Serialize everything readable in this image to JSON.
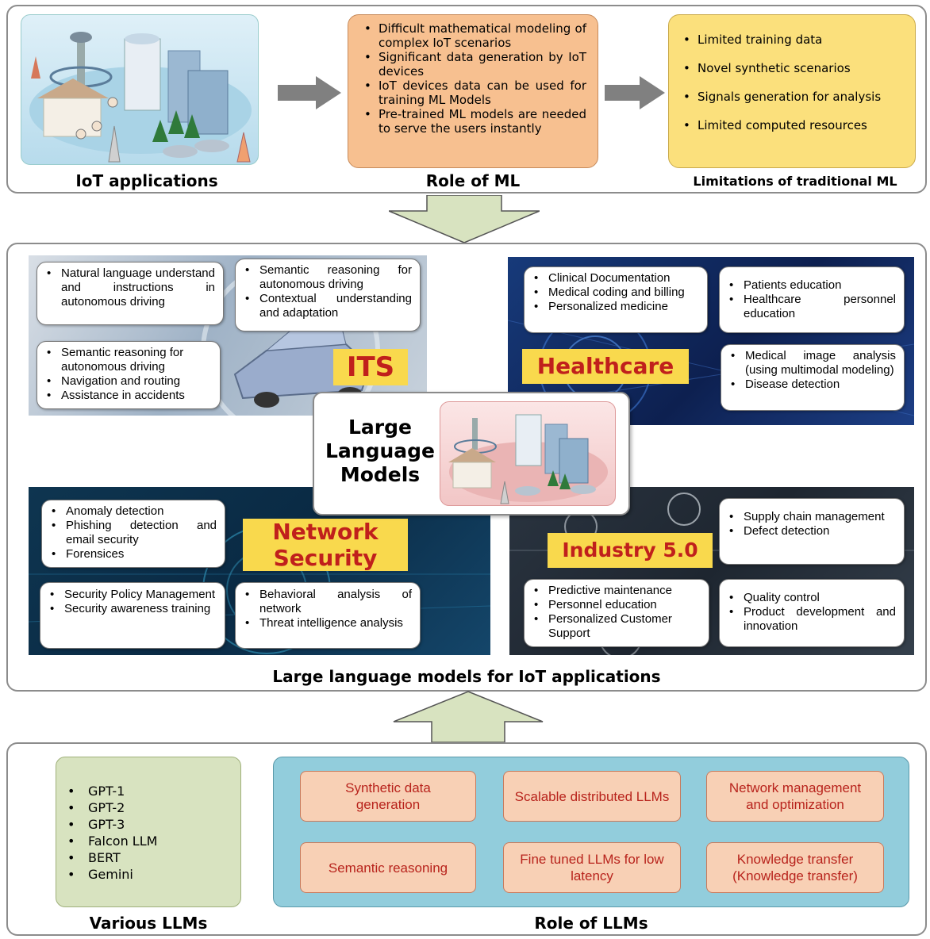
{
  "top": {
    "iot_caption": "IoT applications",
    "ml_caption": "Role of ML",
    "ml_items": [
      "Difficult mathematical modeling of complex IoT scenarios",
      "Significant data generation by IoT devices",
      "IoT devices data can be used for training ML Models",
      "Pre-trained ML models are needed to serve the users instantly"
    ],
    "limits_caption": "Limitations of traditional ML",
    "limits_items": [
      "Limited training data",
      "Novel synthetic scenarios",
      "Signals generation for analysis",
      "Limited computed resources"
    ]
  },
  "middle": {
    "caption": "Large language models for IoT applications",
    "center_title": [
      "Large",
      "Language",
      "Models"
    ],
    "its": {
      "label": "ITS",
      "box1": [
        "Natural language understand and instructions in autonomous driving"
      ],
      "box2": [
        "Semantic reasoning for autonomous driving",
        "Contextual understanding and adaptation"
      ],
      "box3": [
        "Semantic reasoning for autonomous driving",
        "Navigation and routing",
        "Assistance in accidents"
      ]
    },
    "healthcare": {
      "label": "Healthcare",
      "box1": [
        "Clinical Documentation",
        "Medical coding and billing",
        "Personalized medicine"
      ],
      "box2": [
        "Patients education",
        "Healthcare personnel education"
      ],
      "box3": [
        "Medical image analysis (using multimodal modeling)",
        "Disease detection"
      ]
    },
    "security": {
      "label_line1": "Network",
      "label_line2": "Security",
      "box1": [
        "Anomaly detection",
        "Phishing detection and email security",
        "Forensices"
      ],
      "box2": [
        "Security Policy Management",
        "Security awareness training"
      ],
      "box3": [
        "Behavioral analysis of network",
        "Threat intelligence analysis"
      ]
    },
    "industry": {
      "label": "Industry 5.0",
      "box1": [
        "Supply chain management",
        "Defect detection"
      ],
      "box2": [
        "Predictive maintenance",
        "Personnel education",
        "Personalized Customer Support"
      ],
      "box3": [
        "Quality control",
        "Product development and innovation"
      ]
    }
  },
  "bottom": {
    "llms_caption": "Various LLMs",
    "llms": [
      "GPT-1",
      "GPT-2",
      "GPT-3",
      "Falcon LLM",
      "BERT",
      "Gemini"
    ],
    "roles_caption": "Role of LLMs",
    "roles": [
      "Synthetic data generation",
      "Scalable distributed LLMs",
      "Network management and optimization",
      "Semantic reasoning",
      "Fine tuned LLMs for low latency",
      "Knowledge transfer (Knowledge transfer)"
    ]
  },
  "colors": {
    "panel_border": "#8c8c8c",
    "ml_box": "#f7c090",
    "limits_box": "#fbe07c",
    "llm_list_box": "#d8e3c0",
    "roles_box": "#92cddc",
    "role_button": "#f8d0b5",
    "label_yellow": "#f9d94d",
    "label_red": "#c0201c",
    "arrow_fill": "#d8e3c0"
  }
}
